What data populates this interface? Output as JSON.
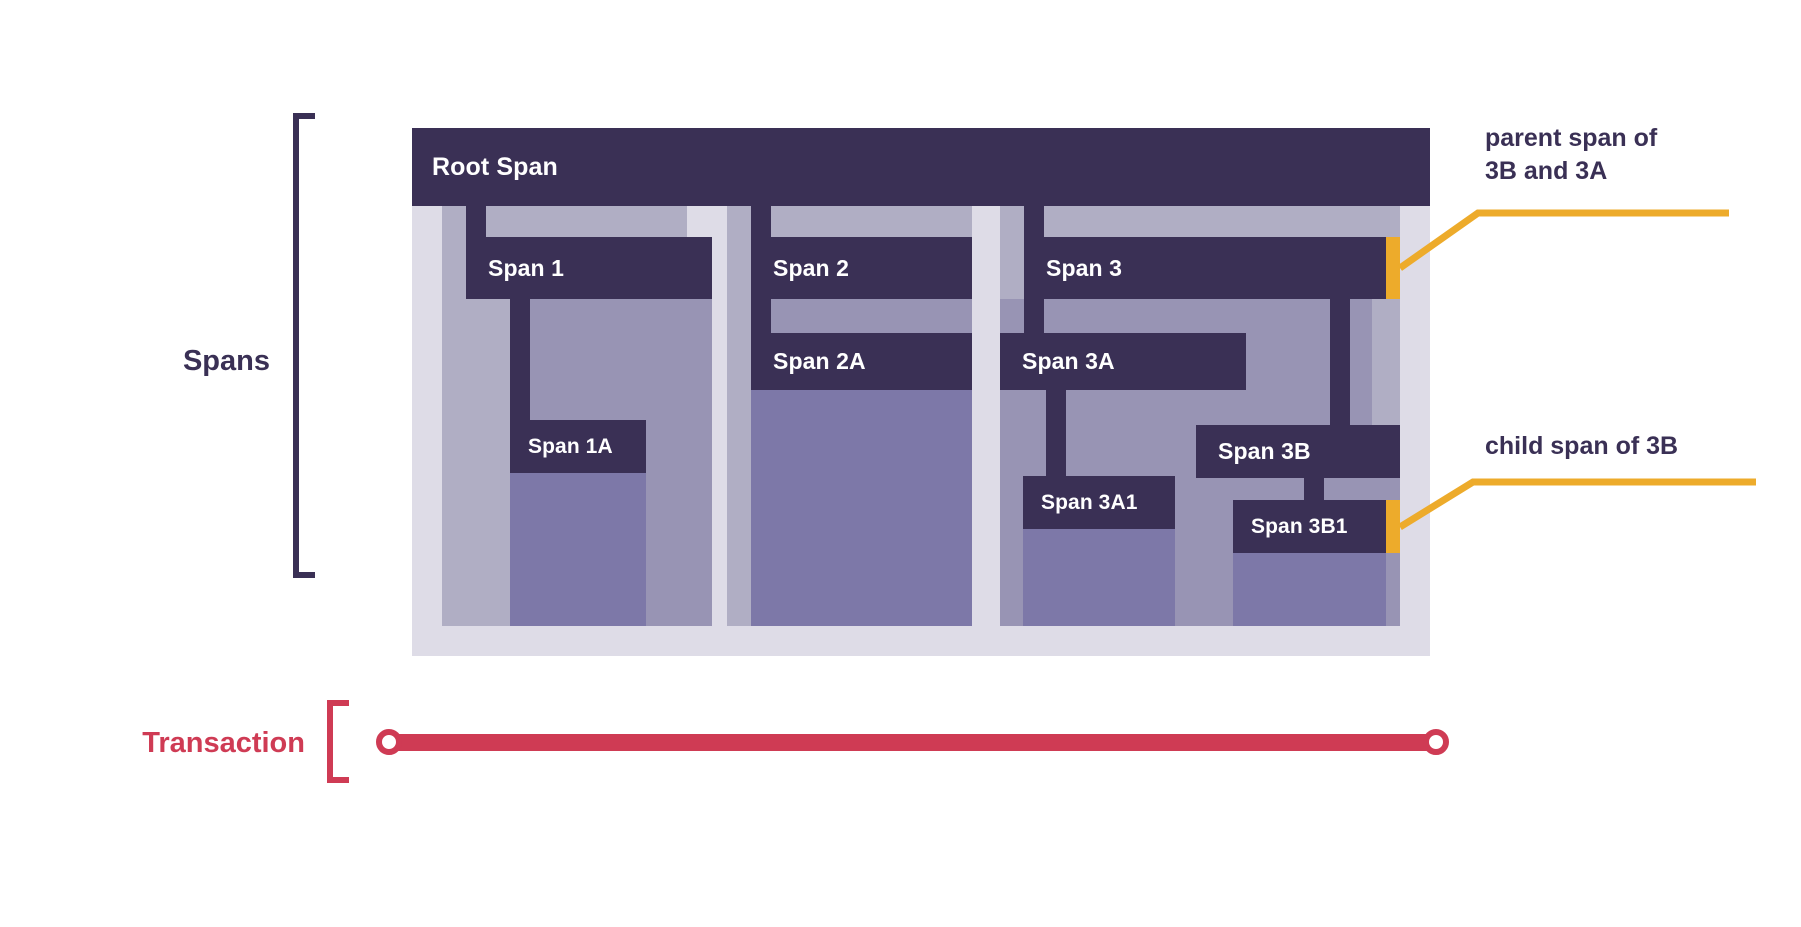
{
  "meta": {
    "title": "Distributed tracing: spans within a transaction",
    "colors": {
      "span_bar": "#3a3055",
      "shell": "#dedce7",
      "body_level_1": "#b0aec4",
      "body_level_2": "#9894b4",
      "body_level_3": "#7d78a8",
      "highlight": "#edab2b",
      "transaction": "#cf3b54",
      "background": "#ffffff"
    }
  },
  "side_labels": {
    "spans": "Spans",
    "transaction": "Transaction"
  },
  "spans": {
    "root": {
      "label": "Root Span"
    },
    "span1": {
      "label": "Span 1"
    },
    "span1a": {
      "label": "Span 1A"
    },
    "span2": {
      "label": "Span 2"
    },
    "span2a": {
      "label": "Span 2A"
    },
    "span3": {
      "label": "Span 3"
    },
    "span3a": {
      "label": "Span 3A"
    },
    "span3a1": {
      "label": "Span 3A1"
    },
    "span3b": {
      "label": "Span 3B"
    },
    "span3b1": {
      "label": "Span 3B1"
    }
  },
  "callouts": [
    {
      "id": "parent-callout",
      "text": "parent span of\n3B and 3A",
      "target": "Span 3",
      "color": "#edab2b"
    },
    {
      "id": "child-callout",
      "text": "child span of 3B",
      "target": "Span 3B1",
      "color": "#edab2b"
    }
  ],
  "transaction_bar": {
    "start_marker": "circle",
    "end_marker": "circle",
    "color": "#cf3b54"
  }
}
